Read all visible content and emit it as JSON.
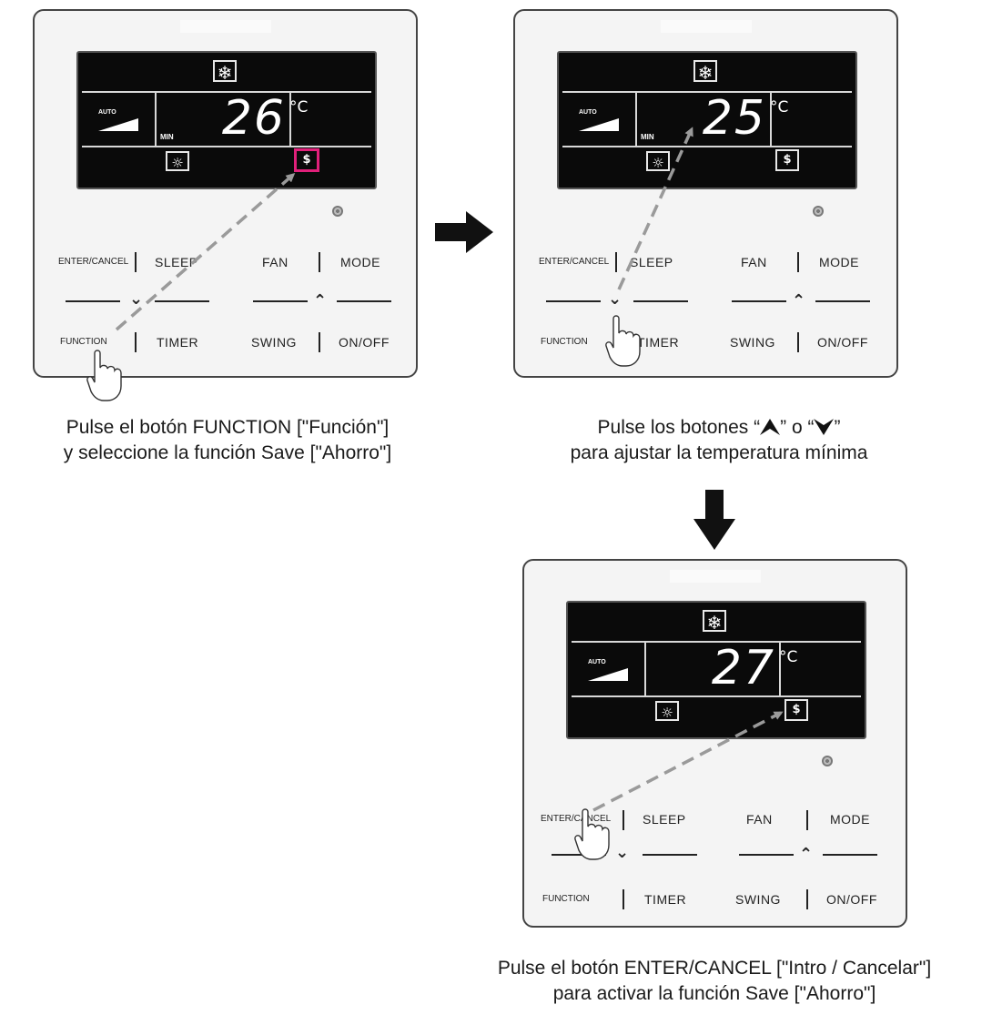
{
  "panels": [
    {
      "temp": "26",
      "unit": "°C",
      "auto_label": "AUTO",
      "min_label": "MIN",
      "buttons": {
        "enter_cancel": "ENTER/CANCEL",
        "sleep": "SLEEP",
        "fan": "FAN",
        "mode": "MODE",
        "function": "FUNCTION",
        "timer": "TIMER",
        "swing": "SWING",
        "on_off": "ON/OFF"
      },
      "caption": [
        "Pulse el botón FUNCTION [\"Función\"]",
        "y seleccione la función Save [\"Ahorro\"]"
      ]
    },
    {
      "temp": "25",
      "unit": "°C",
      "auto_label": "AUTO",
      "min_label": "MIN",
      "buttons": {
        "enter_cancel": "ENTER/CANCEL",
        "sleep": "SLEEP",
        "fan": "FAN",
        "mode": "MODE",
        "function": "FUNCTION",
        "timer": "TIMER",
        "swing": "SWING",
        "on_off": "ON/OFF"
      },
      "caption": [
        "Pulse los botones “",
        "” o “",
        "”",
        "para ajustar la temperatura mínima"
      ]
    },
    {
      "temp": "27",
      "unit": "°C",
      "auto_label": "AUTO",
      "min_label": "",
      "buttons": {
        "enter_cancel": "ENTER/CANCEL",
        "sleep": "SLEEP",
        "fan": "FAN",
        "mode": "MODE",
        "function": "FUNCTION",
        "timer": "TIMER",
        "swing": "SWING",
        "on_off": "ON/OFF"
      },
      "caption": [
        "Pulse el botón ENTER/CANCEL [\"Intro / Cancelar\"]",
        "para activar la función Save [\"Ahorro\"]"
      ]
    }
  ],
  "icons": {
    "mode": "snowflake-icon",
    "light": "lamp-icon",
    "save": "save-icon",
    "hand": "pointing-hand-icon"
  },
  "colors": {
    "highlight": "#e0207a",
    "arrow_dashed": "#9a9a9a",
    "flow_arrow": "#111111"
  }
}
